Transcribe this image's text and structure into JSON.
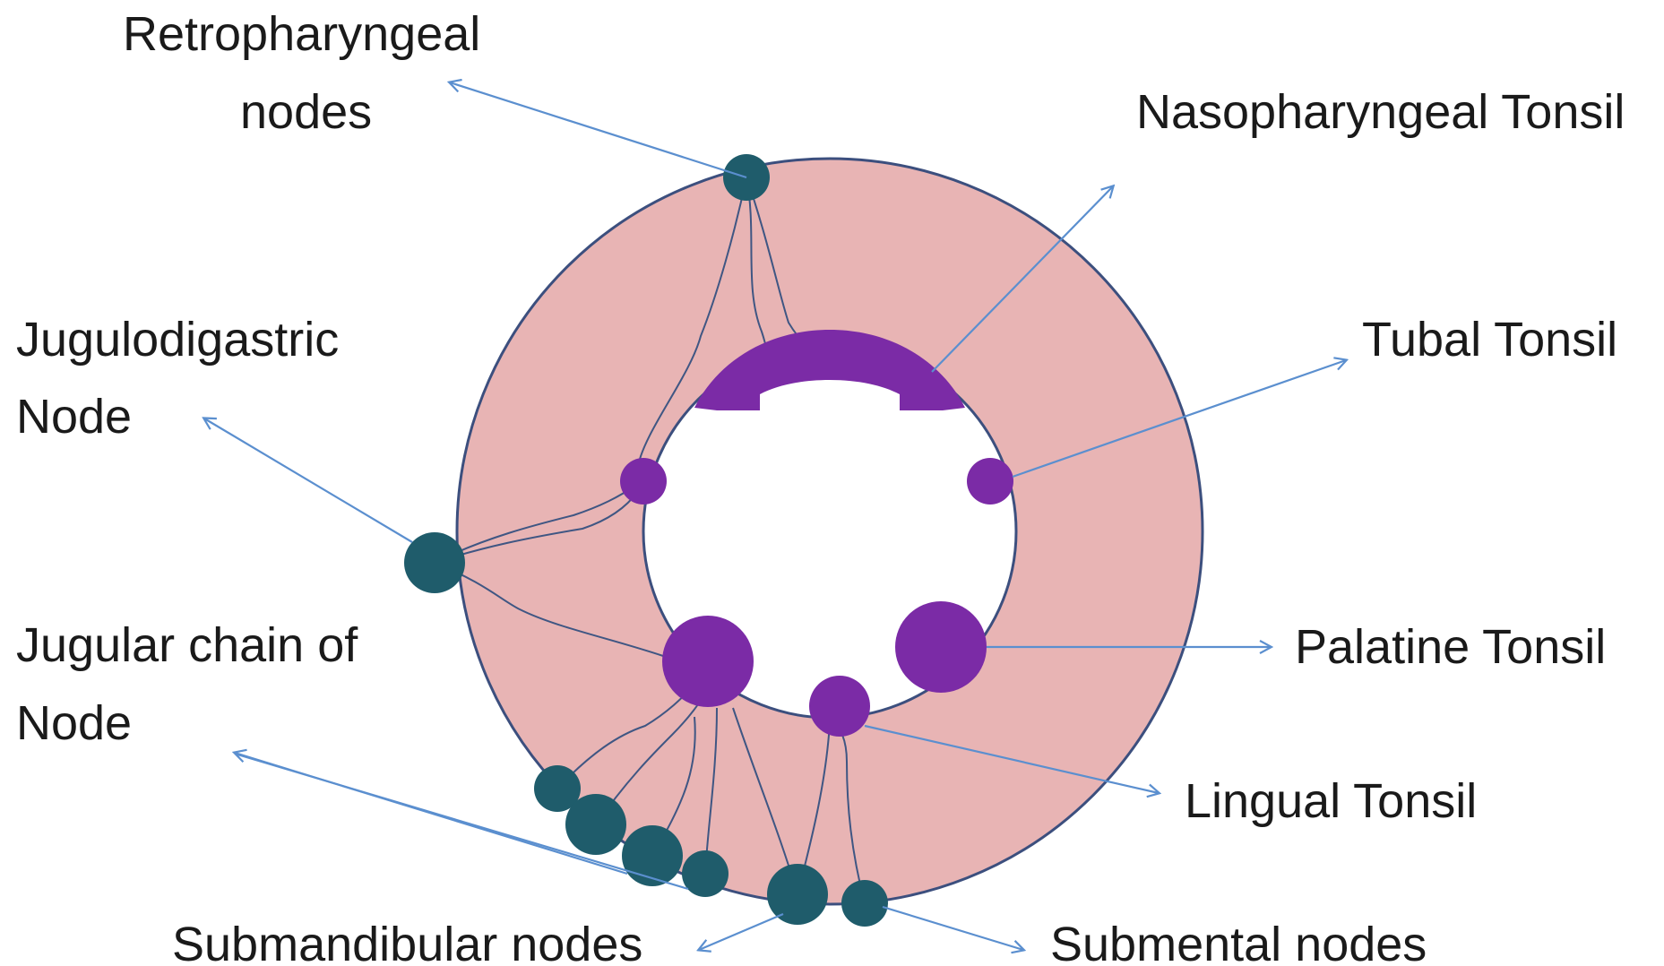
{
  "labels": {
    "retropharyngeal_line1": "Retropharyngeal",
    "retropharyngeal_line2": "nodes",
    "nasopharyngeal_tonsil": "Nasopharyngeal Tonsil",
    "tubal_tonsil": "Tubal Tonsil",
    "jugulodigastric_line1": "Jugulodigastric",
    "jugulodigastric_line2": "Node",
    "jugular_chain_line1": "Jugular chain of",
    "jugular_chain_line2": "Node",
    "palatine_tonsil": "Palatine Tonsil",
    "lingual_tonsil": "Lingual Tonsil",
    "submandibular_nodes": "Submandibular nodes",
    "submental_nodes": "Submental nodes"
  },
  "colors": {
    "ring_fill": "#e8b4b4",
    "ring_stroke": "#3c4f7e",
    "tonsil_fill": "#7b2ba6",
    "node_fill": "#1f5c6b",
    "arrow": "#5b8fcf",
    "vessel": "#3f5683"
  }
}
